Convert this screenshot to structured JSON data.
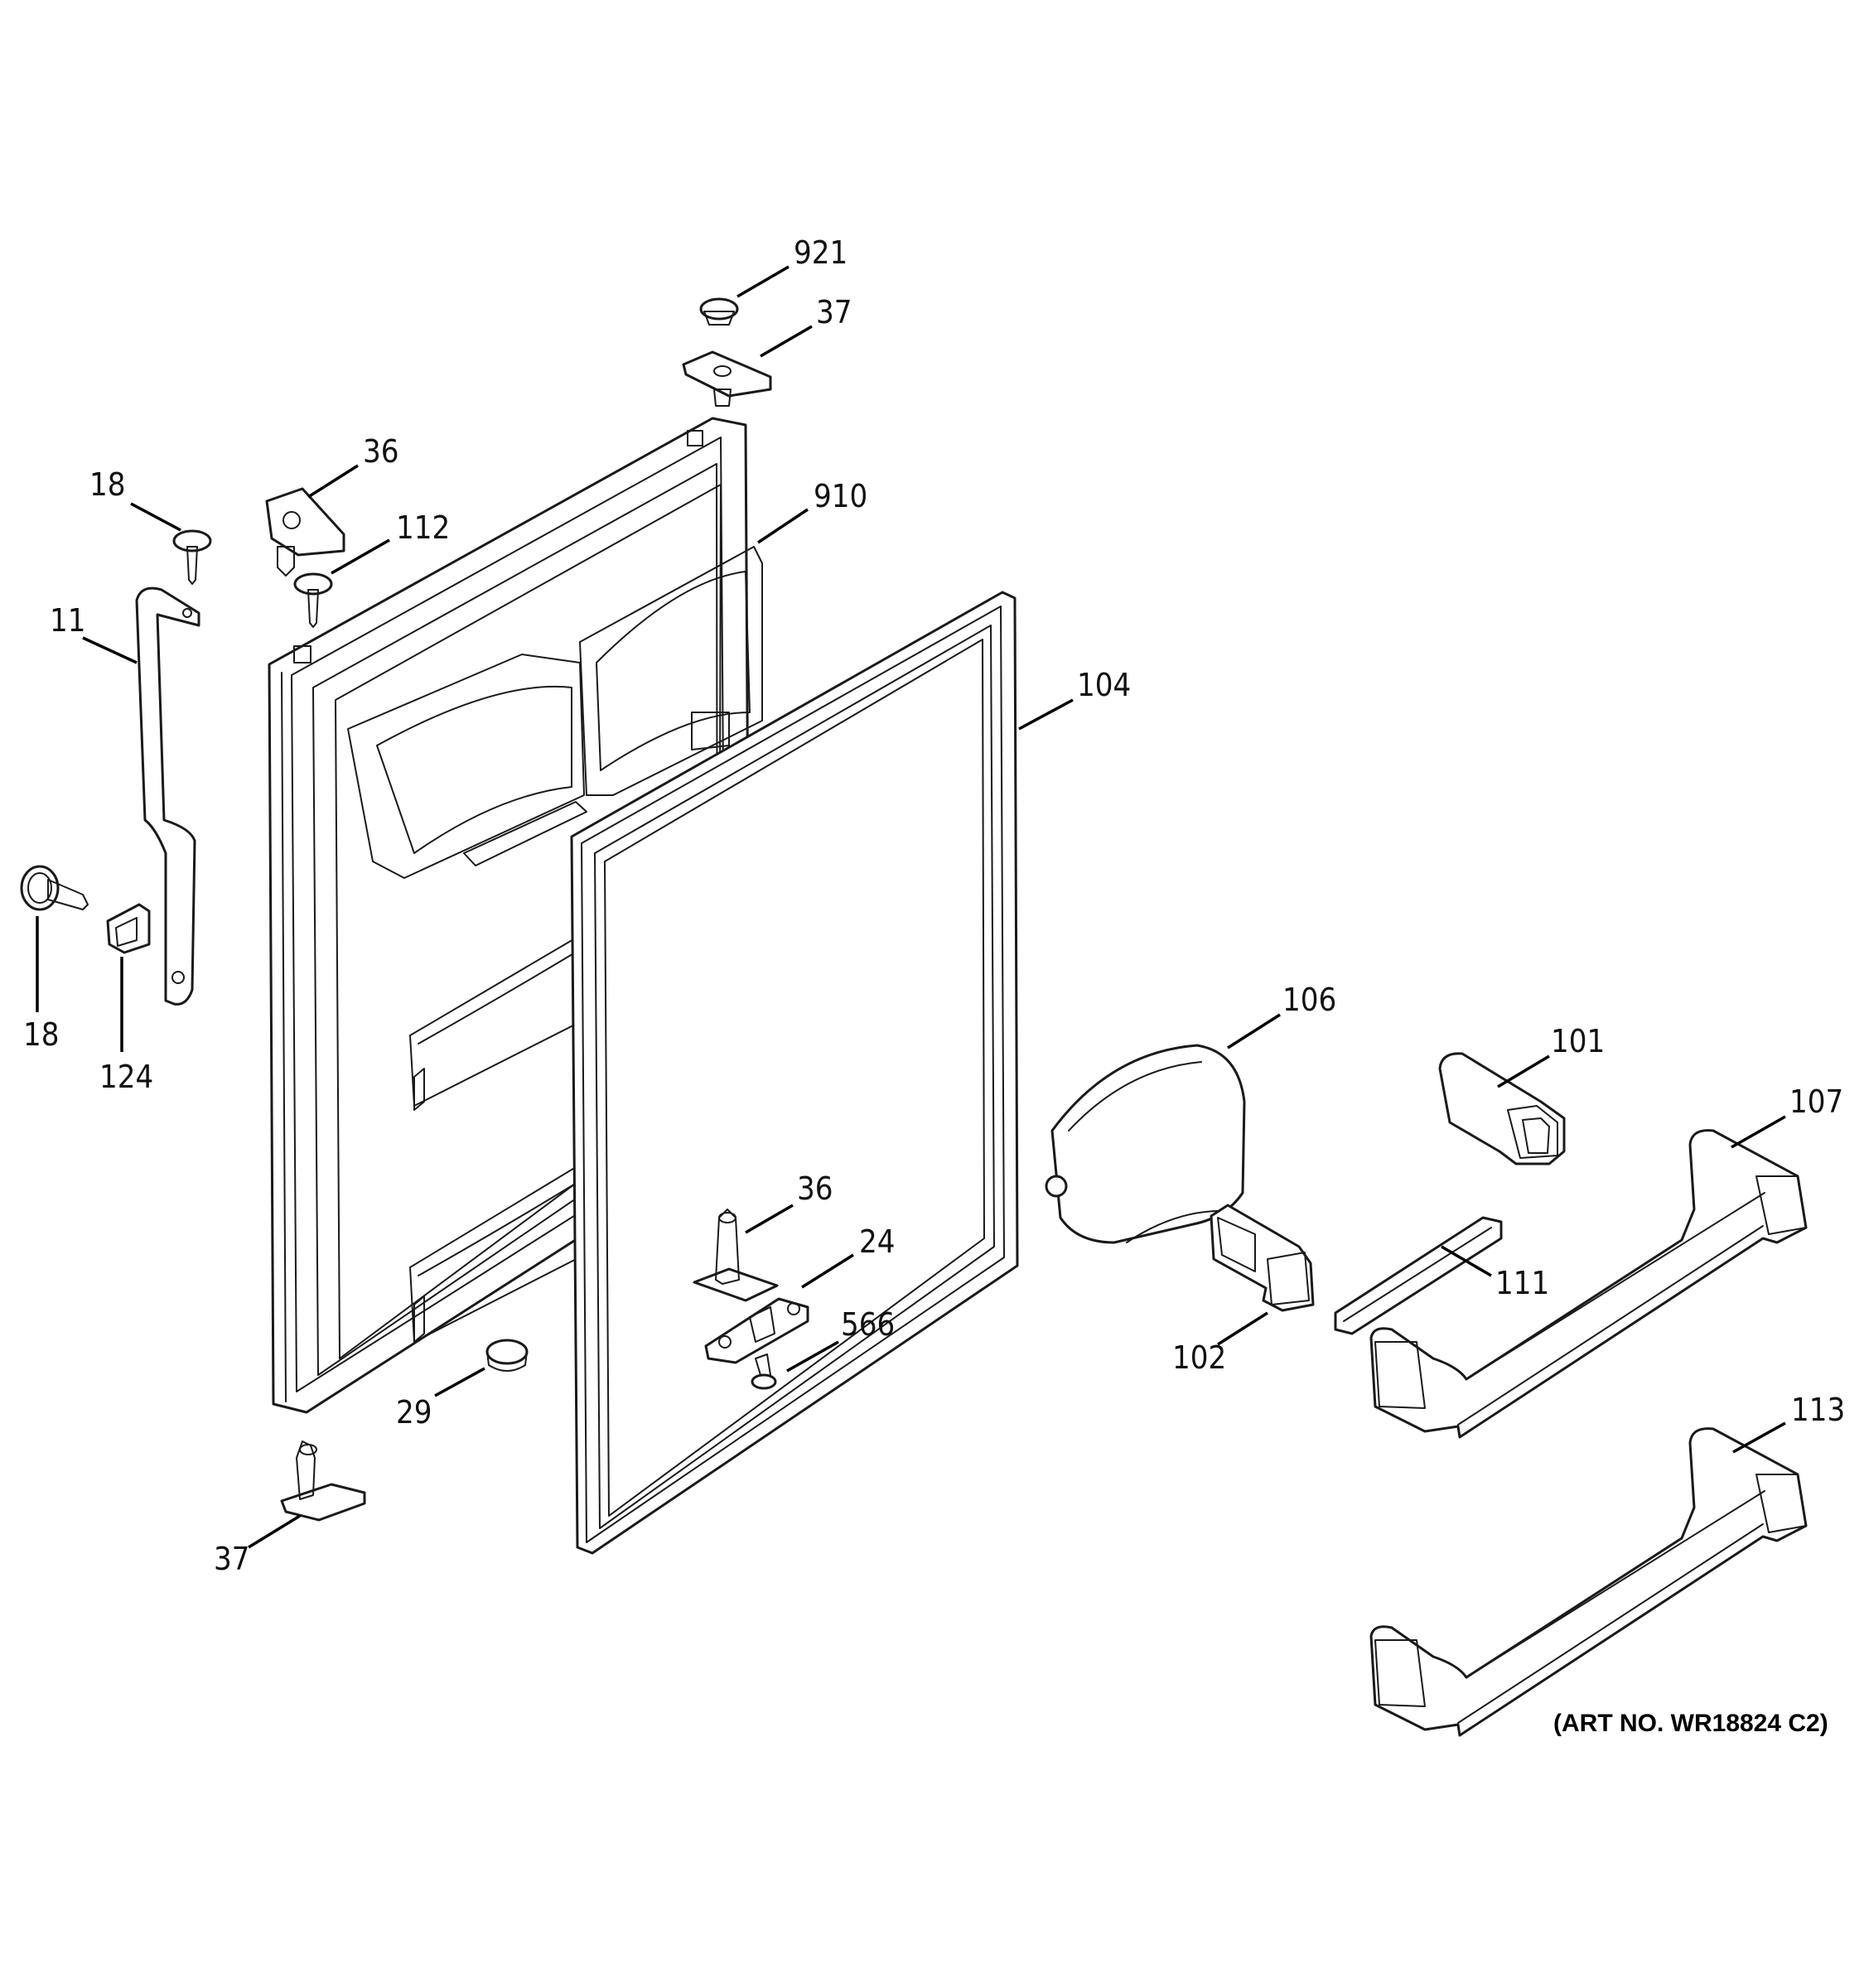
{
  "callouts": {
    "c921": "921",
    "c37_top": "37",
    "c36_top": "36",
    "c18_top": "18",
    "c112": "112",
    "c910": "910",
    "c11": "11",
    "c104": "104",
    "c18_left": "18",
    "c124": "124",
    "c106": "106",
    "c101": "101",
    "c107": "107",
    "c36_mid": "36",
    "c24": "24",
    "c111": "111",
    "c566": "566",
    "c102": "102",
    "c29": "29",
    "c37_bottom": "37",
    "c113": "113"
  },
  "art_number": "(ART NO. WR18824 C2)"
}
